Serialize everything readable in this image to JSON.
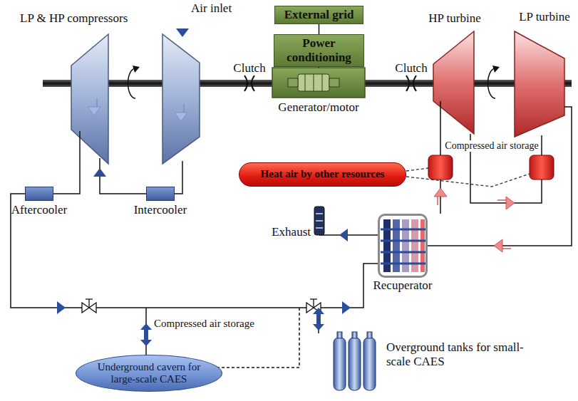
{
  "diagram": {
    "nodes": [
      {
        "text": [
          "External grid"
        ]
      },
      {
        "text": [
          "Power conditioning"
        ]
      },
      {
        "text": [
          "Generator/motor"
        ]
      },
      {
        "text": [
          "Heat air by other resources"
        ]
      },
      {
        "text": [
          "Aftercooler"
        ]
      },
      {
        "text": [
          "Intercooler"
        ]
      },
      {
        "text": [
          "Recuperator"
        ]
      },
      {
        "text": [
          "Underground cavern for large-scale CAES"
        ]
      }
    ],
    "edges": [
      {
        "from": 0,
        "to": 1,
        "arrow": "none"
      },
      {
        "from": 1,
        "to": 2,
        "arrow": "none"
      }
    ],
    "labels": [
      "LP & HP compressors",
      "Air inlet",
      "Clutch",
      "Clutch",
      "HP turbine",
      "LP turbine",
      "Compressed air storage",
      "Exhaust",
      "Compressed air storage",
      "Overground tanks for small-scale CAES"
    ]
  }
}
